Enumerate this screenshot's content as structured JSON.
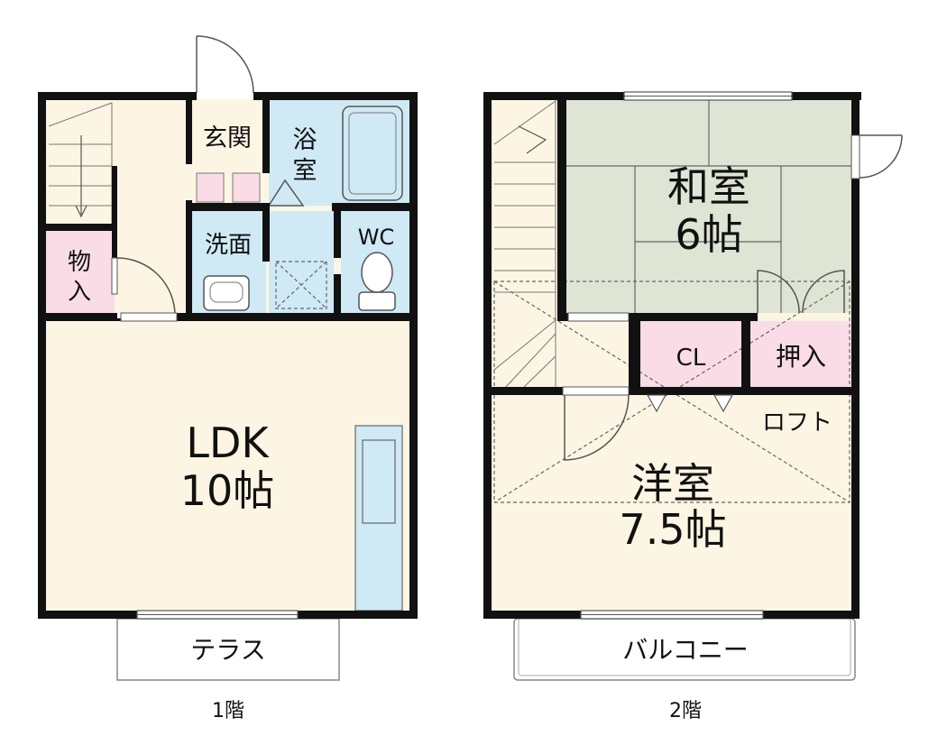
{
  "floor1": {
    "caption": "1階",
    "rooms": {
      "ldk_name": "LDK",
      "ldk_size": "10帖",
      "entrance": "玄関",
      "bath_1": "浴",
      "bath_2": "室",
      "washroom": "洗面",
      "wc": "WC",
      "storage_1": "物",
      "storage_2": "入"
    },
    "terrace": "テラス"
  },
  "floor2": {
    "caption": "2階",
    "rooms": {
      "washitsu_name": "和室",
      "washitsu_size": "6帖",
      "yoshitsu_name": "洋室",
      "yoshitsu_size": "7.5帖",
      "closet": "CL",
      "oshiire": "押入",
      "loft": "ロフト"
    },
    "balcony": "バルコニー"
  },
  "colors": {
    "wall": "#111111",
    "floor_wood": "#fdf5e3",
    "wet_area": "#cfe9f5",
    "storage": "#f9dce6",
    "tatami": "#dfe5d4"
  }
}
